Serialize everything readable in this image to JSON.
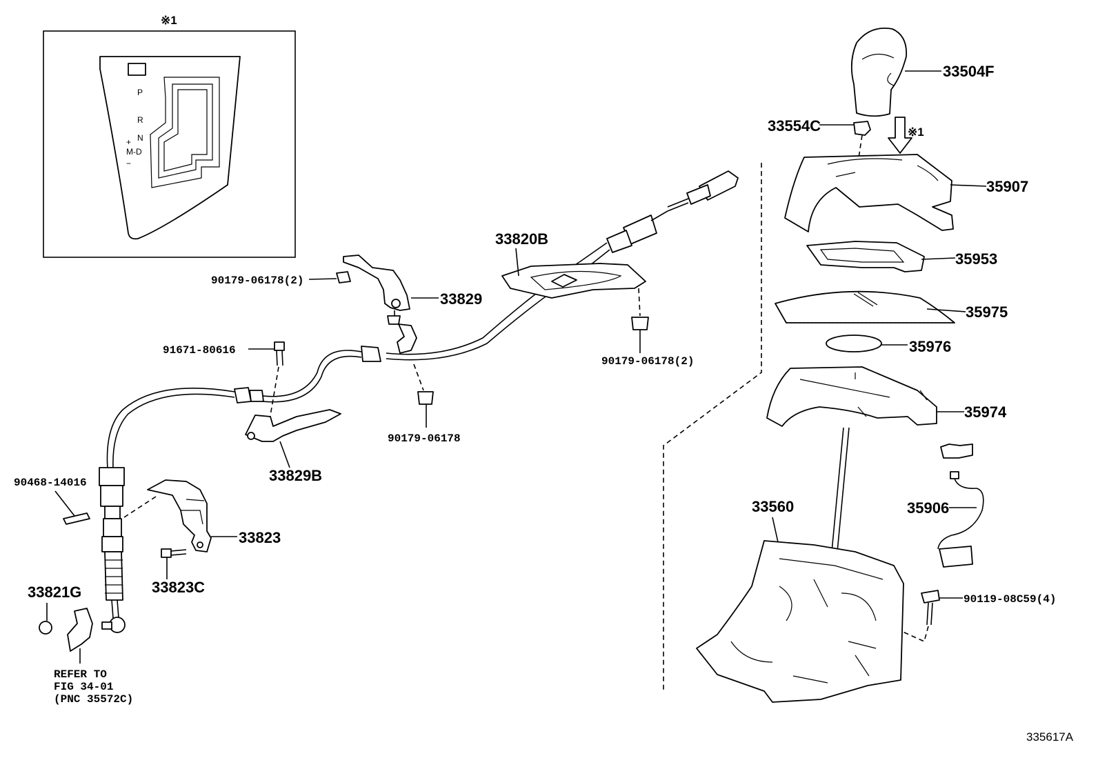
{
  "inset": {
    "marker": "※1",
    "gear_labels": {
      "p": "P",
      "r": "R",
      "n": "N",
      "d": "M-D",
      "plus": "+",
      "minus": "−"
    }
  },
  "callouts": {
    "p33504F": "33504F",
    "p33554C": "33554C",
    "p35907": "35907",
    "p35953": "35953",
    "p35975": "35975",
    "p35976": "35976",
    "p35974": "35974",
    "p35906": "35906",
    "p33560": "33560",
    "p90119": "90119-08C59(4)",
    "p33820B": "33820B",
    "p90179_a": "90179-06178(2)",
    "p90179_b": "90179-06178(2)",
    "p90179_c": "90179-06178",
    "p33829": "33829",
    "p91671": "91671-80616",
    "p33829B": "33829B",
    "p90468": "90468-14016",
    "p33823": "33823",
    "p33823C": "33823C",
    "p33821G": "33821G",
    "arrow_marker": "※1"
  },
  "note": {
    "line1": "REFER TO",
    "line2": "FIG 34-01",
    "line3": "(PNC 35572C)"
  },
  "figure_id": "335617A"
}
